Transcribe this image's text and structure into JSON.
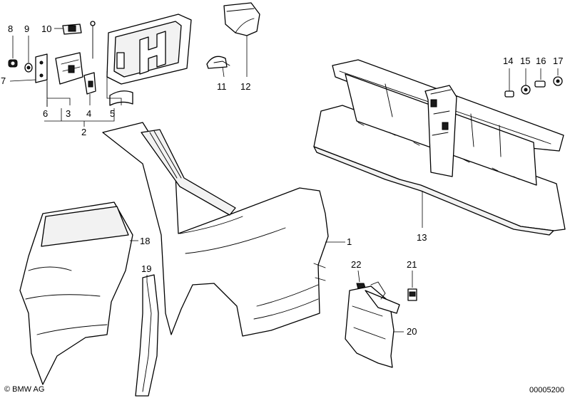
{
  "callouts": [
    {
      "id": "c8",
      "text": "8"
    },
    {
      "id": "c9",
      "text": "9"
    },
    {
      "id": "c10",
      "text": "10"
    },
    {
      "id": "c7",
      "text": "7"
    },
    {
      "id": "c6",
      "text": "6"
    },
    {
      "id": "c3",
      "text": "3"
    },
    {
      "id": "c4",
      "text": "4"
    },
    {
      "id": "c5",
      "text": "5"
    },
    {
      "id": "c2",
      "text": "2"
    },
    {
      "id": "c11",
      "text": "11"
    },
    {
      "id": "c12",
      "text": "12"
    },
    {
      "id": "c14",
      "text": "14"
    },
    {
      "id": "c15",
      "text": "15"
    },
    {
      "id": "c16",
      "text": "16"
    },
    {
      "id": "c17",
      "text": "17"
    },
    {
      "id": "c13",
      "text": "13"
    },
    {
      "id": "c1",
      "text": "1"
    },
    {
      "id": "c18",
      "text": "18"
    },
    {
      "id": "c19",
      "text": "19"
    },
    {
      "id": "c22",
      "text": "22"
    },
    {
      "id": "c21",
      "text": "21"
    },
    {
      "id": "c20",
      "text": "20"
    }
  ],
  "footer": {
    "copyright_symbol": "©",
    "copyright_text": "BMW AG",
    "drawing_number": "00005200"
  }
}
